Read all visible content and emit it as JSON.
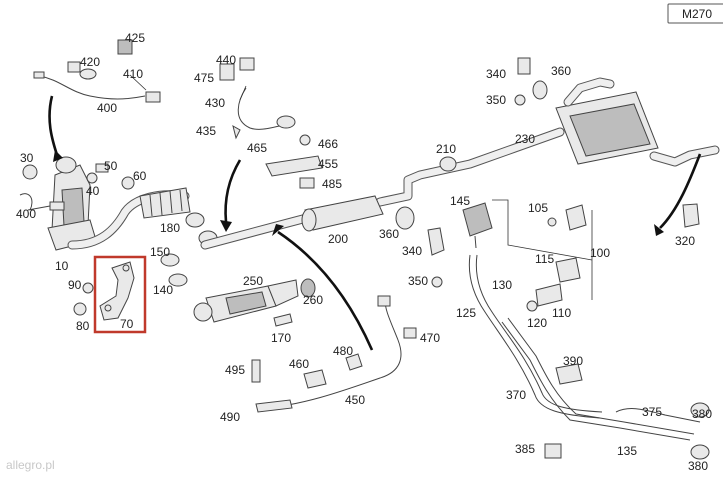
{
  "model_badge": "M270",
  "highlighted_part": "70",
  "callouts": {
    "c10": "10",
    "c30": "30",
    "c40": "40",
    "c50": "50",
    "c60": "60",
    "c70": "70",
    "c80": "80",
    "c90": "90",
    "c100": "100",
    "c105": "105",
    "c110": "110",
    "c115": "115",
    "c120": "120",
    "c125": "125",
    "c130": "130",
    "c135": "135",
    "c140": "140",
    "c145": "145",
    "c150": "150",
    "c170": "170",
    "c180": "180",
    "c200": "200",
    "c210": "210",
    "c230": "230",
    "c250": "250",
    "c260": "260",
    "c320": "320",
    "c340a": "340",
    "c340b": "340",
    "c350a": "350",
    "c350b": "350",
    "c360a": "360",
    "c360b": "360",
    "c370": "370",
    "c375": "375",
    "c380a": "380",
    "c380b": "380",
    "c385": "385",
    "c390": "390",
    "c400a": "400",
    "c400b": "400",
    "c410": "410",
    "c420": "420",
    "c425": "425",
    "c430": "430",
    "c435": "435",
    "c440": "440",
    "c450": "450",
    "c455": "455",
    "c460": "460",
    "c465": "465",
    "c466": "466",
    "c470": "470",
    "c475": "475",
    "c480": "480",
    "c485": "485",
    "c490": "490",
    "c495": "495"
  },
  "watermark": "allegro.pl"
}
